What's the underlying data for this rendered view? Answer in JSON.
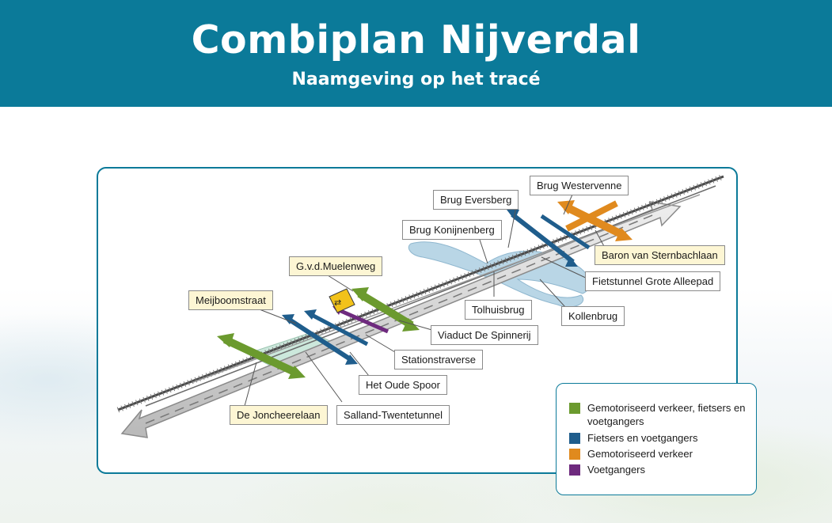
{
  "header": {
    "title": "Combiplan Nijverdal",
    "subtitle": "Naamgeving op het tracé"
  },
  "map": {
    "labels": {
      "brug_westervenne": "Brug Westervenne",
      "brug_eversberg": "Brug Eversberg",
      "brug_konijnenberg": "Brug Konijnenberg",
      "baron_van_sternbachlaan": "Baron van Sternbachlaan",
      "fietstunnel_grote_alleepad": "Fietstunnel Grote Alleepad",
      "gvd_muelenweg": "G.v.d.Muelenweg",
      "meijboomstraat": "Meijboomstraat",
      "tolhuisbrug": "Tolhuisbrug",
      "kollenbrug": "Kollenbrug",
      "viaduct_de_spinnerij": "Viaduct De Spinnerij",
      "stationstraverse": "Stationstraverse",
      "het_oude_spoor": "Het Oude Spoor",
      "de_joncheerelaan": "De Joncheerelaan",
      "salland_twentetunnel": "Salland-Twentetunnel"
    },
    "colors": {
      "motorised_and_slow": "#6b9a2e",
      "cyclists_pedestrians": "#1f5d8c",
      "motorised": "#e08a1e",
      "pedestrians": "#6e2a7e",
      "water": "#b9d6e6",
      "tunnel": "#cce8dc"
    }
  },
  "legend": {
    "items": [
      {
        "label": "Gemotoriseerd verkeer, fietsers en voetgangers",
        "color": "#6b9a2e"
      },
      {
        "label": "Fietsers en voetgangers",
        "color": "#1f5d8c"
      },
      {
        "label": "Gemotoriseerd verkeer",
        "color": "#e08a1e"
      },
      {
        "label": "Voetgangers",
        "color": "#6e2a7e"
      }
    ]
  }
}
